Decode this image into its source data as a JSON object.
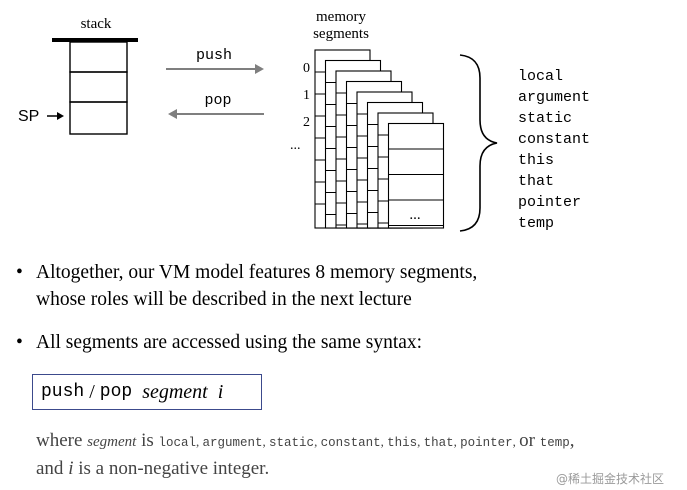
{
  "diagram": {
    "stack_label": "stack",
    "sp_label": "SP",
    "push_label": "push",
    "pop_label": "pop",
    "memory_label_line1": "memory",
    "memory_label_line2": "segments",
    "index_0": "0",
    "index_1": "1",
    "index_2": "2",
    "index_more": "...",
    "frame_more": "...",
    "segments": [
      "local",
      "argument",
      "static",
      "constant",
      "this",
      "that",
      "pointer",
      "temp"
    ]
  },
  "bullets": {
    "b1_line1": "Altogether, our VM model features 8 memory segments,",
    "b1_line2": "whose roles will be described in the next lecture",
    "b2": "All segments are accessed using the same syntax:",
    "bullet_char": "•"
  },
  "syntax": {
    "push": "push",
    "slash": " / ",
    "pop": "pop",
    "segment": "segment",
    "i": "i"
  },
  "where": {
    "where": "where ",
    "segment": "segment",
    "is": " is ",
    "local": "local",
    "argument": "argument",
    "static": "static",
    "constant": "constant",
    "this": "this",
    "that": "that",
    "pointer": "pointer",
    "or": "or",
    "temp": "temp",
    "comma": ", ",
    "sep_or": ", ",
    "period": ",",
    "line2_and": "and ",
    "line2_i": "i",
    "line2_rest": " is a non-negative integer."
  },
  "watermark": "@稀土掘金技术社区"
}
